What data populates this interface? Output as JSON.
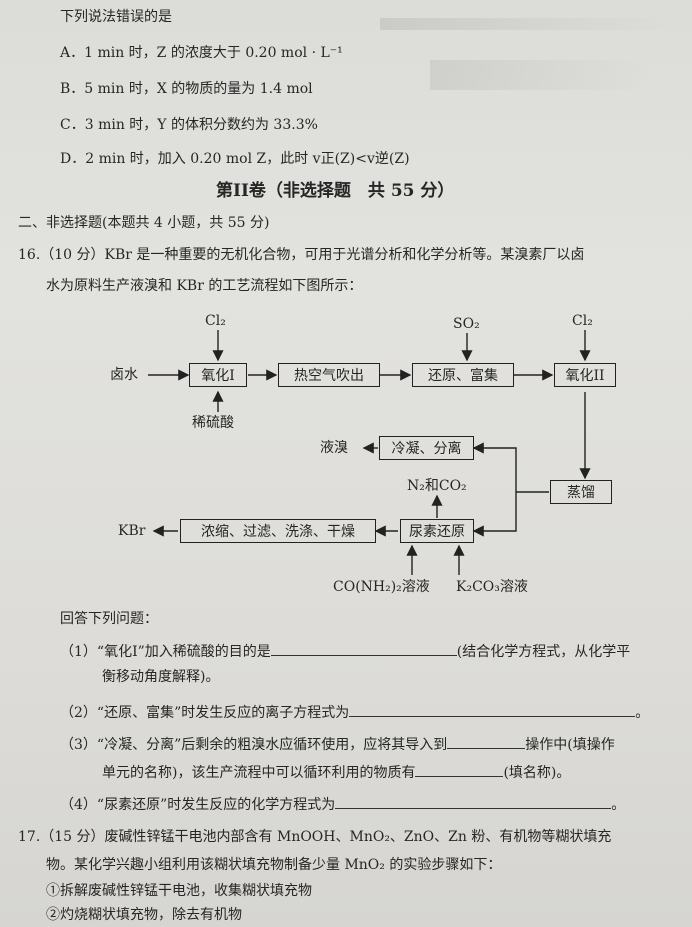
{
  "q15_tail": {
    "intro": "下列说法错误的是",
    "options": [
      "A．1 min 时，Z 的浓度大于 0.20 mol · L⁻¹",
      "B．5 min 时，X 的物质的量为 1.4 mol",
      "C．3 min 时，Y 的体积分数约为 33.3%",
      "D．2 min 时，加入 0.20 mol Z，此时 v正(Z)<v逆(Z)"
    ]
  },
  "section2": {
    "heading": "第II卷（非选择题　共 55 分）",
    "subheading": "二、非选择题(本题共 4 小题，共 55 分)"
  },
  "q16": {
    "stem_line1": "16.（10 分）KBr 是一种重要的无机化合物，可用于光谱分析和化学分析等。某溴素厂以卤",
    "stem_line2": "水为原料生产液溴和 KBr 的工艺流程如下图所示：",
    "flow": {
      "cl2_a": "Cl₂",
      "so2": "SO₂",
      "cl2_b": "Cl₂",
      "brine": "卤水",
      "oxidation1": "氧化I",
      "hot_air": "热空气吹出",
      "reduce_enrich": "还原、富集",
      "oxidation2": "氧化II",
      "dilute_h2so4": "稀硫酸",
      "liquid_br": "液溴",
      "condense_sep": "冷凝、分离",
      "distill": "蒸馏",
      "n2_co2": "N₂和CO₂",
      "kbr": "KBr",
      "concentrate": "浓缩、过滤、洗涤、干燥",
      "urea_reduce": "尿素还原",
      "urea_solution": "CO(NH₂)₂溶液",
      "k2co3_solution": "K₂CO₃溶液"
    },
    "answer_prompt": "回答下列问题：",
    "sub1_a": "（1）“氧化I”加入稀硫酸的目的是",
    "sub1_b": "(结合化学方程式，从化学平",
    "sub1_c": "衡移动角度解释)。",
    "sub2": "（2）“还原、富集”时发生反应的离子方程式为",
    "sub3_a": "（3）“冷凝、分离”后剩余的粗溴水应循环使用，应将其导入到",
    "sub3_b": "操作中(填操作",
    "sub3_c": "单元的名称)，该生产流程中可以循环利用的物质有",
    "sub3_d": "(填名称)。",
    "sub4": "（4）“尿素还原”时发生反应的化学方程式为"
  },
  "q17": {
    "stem_line1": "17.（15 分）废碱性锌锰干电池内部含有 MnOOH、MnO₂、ZnO、Zn 粉、有机物等糊状填充",
    "stem_line2": "物。某化学兴趣小组利用该糊状填充物制备少量 MnO₂ 的实验步骤如下：",
    "step1": "①拆解废碱性锌锰干电池，收集糊状填充物",
    "step2": "②灼烧糊状填充物，除去有机物"
  }
}
